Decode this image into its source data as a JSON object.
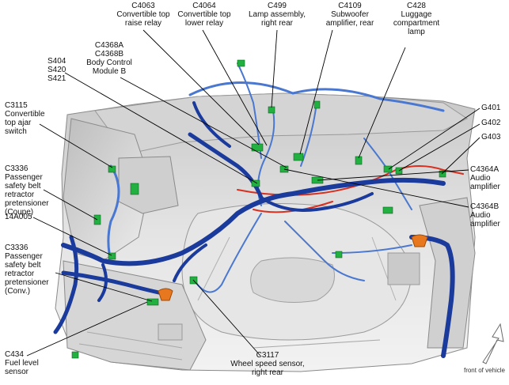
{
  "labels": {
    "c4063": "C4063\nConvertible top\nraise relay",
    "c4064": "C4064\nConvertible top\nlower relay",
    "c499": "C499\nLamp assembly,\nright rear",
    "c4109": "C4109\nSubwoofer\namplifier, rear",
    "c428": "C428\nLuggage\ncompartment\nlamp",
    "c4368": "C4368A\nC4368B\nBody Control\nModule B",
    "s404": "S404\nS420\nS421",
    "c3115": "C3115\nConvertible\ntop ajar\nswitch",
    "c3336_coupe": "C3336\nPassenger\nsafety belt\nretractor\npretensioner\n(Coupe)",
    "w14a005": "14A005",
    "c3336_conv": "C3336\nPassenger\nsafety belt\nretractor\npretensioner\n(Conv.)",
    "c434": "C434\nFuel level\nsensor",
    "c3117": "C3117\nWheel speed sensor,\nright rear",
    "g401": "G401",
    "g402": "G402",
    "g403": "G403",
    "c4364a": "C4364A\nAudio\namplifier",
    "c4364b": "C4364B\nAudio\namplifier",
    "front_of_vehicle": "front of vehicle"
  },
  "colors": {
    "harness_main": "#1a3a9c",
    "harness_light": "#4a78d0",
    "harness_red": "#d83020",
    "connector_green": "#22b040",
    "ground_orange": "#e87820",
    "body_panel": "#dcdcdc",
    "leader_line": "#000000"
  }
}
